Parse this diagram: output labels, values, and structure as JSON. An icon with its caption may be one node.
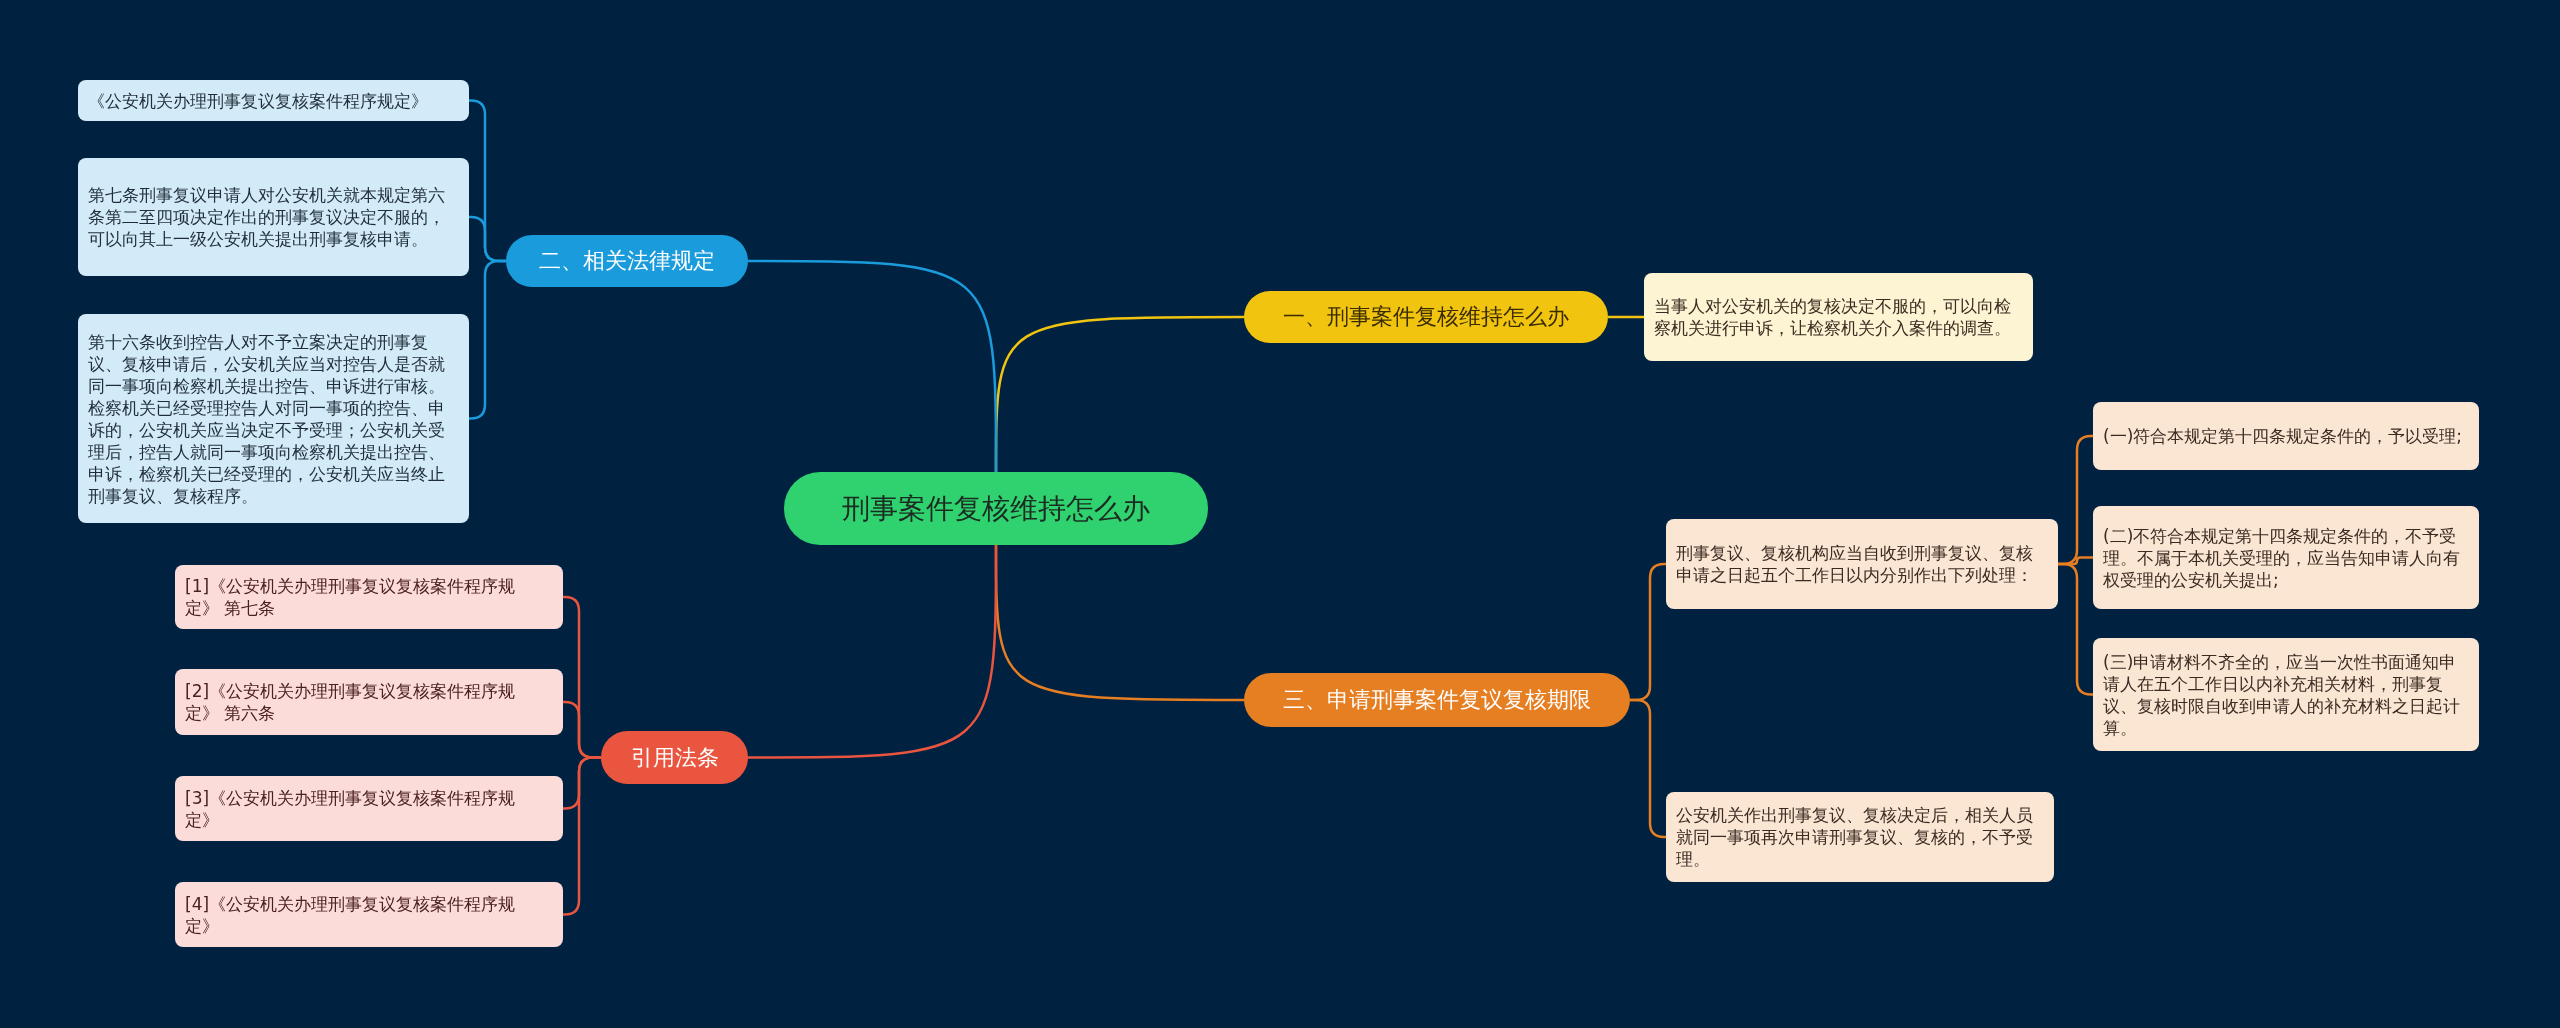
{
  "diagram": {
    "nodes": [
      {
        "text": [
          "刑事案件复核维持怎么办"
        ]
      },
      {
        "text": [
          "一、刑事案件复核维持怎么办"
        ]
      },
      {
        "text": [
          "当事人对公安机关的复核决定不服的，可以向检察机关进行申诉，让检察机关介入案件的调查。"
        ]
      },
      {
        "text": [
          "三、申请刑事案件复议复核期限"
        ]
      },
      {
        "text": [
          "刑事复议、复核机构应当自收到刑事复议、复核申请之日起五个工作日以内分别作出下列处理："
        ]
      },
      {
        "text": [
          "(一)符合本规定第十四条规定条件的，予以受理;"
        ]
      },
      {
        "text": [
          "(二)不符合本规定第十四条规定条件的，不予受理。不属于本机关受理的，应当告知申请人向有权受理的公安机关提出;"
        ]
      },
      {
        "text": [
          "(三)申请材料不齐全的，应当一次性书面通知申请人在五个工作日以内补充相关材料，刑事复议、复核时限自收到申请人的补充材料之日起计算。"
        ]
      },
      {
        "text": [
          "公安机关作出刑事复议、复核决定后，相关人员就同一事项再次申请刑事复议、复核的，不予受理。"
        ]
      },
      {
        "text": [
          "二、相关法律规定"
        ]
      },
      {
        "text": [
          "《公安机关办理刑事复议复核案件程序规定》"
        ]
      },
      {
        "text": [
          "第七条刑事复议申请人对公安机关就本规定第六条第二至四项决定作出的刑事复议决定不服的，可以向其上一级公安机关提出刑事复核申请。"
        ]
      },
      {
        "text": [
          "第十六条收到控告人对不予立案决定的刑事复议、复核申请后，公安机关应当对控告人是否就同一事项向检察机关提出控告、申诉进行审核。检察机关已经受理控告人对同一事项的控告、申诉的，公安机关应当决定不予受理；公安机关受理后，控告人就同一事项向检察机关提出控告、申诉，检察机关已经受理的，公安机关应当终止刑事复议、复核程序。"
        ]
      },
      {
        "text": [
          "引用法条"
        ]
      },
      {
        "text": [
          "[1]《公安机关办理刑事复议复核案件程序规定》 第七条"
        ]
      },
      {
        "text": [
          "[2]《公安机关办理刑事复议复核案件程序规定》 第六条"
        ]
      },
      {
        "text": [
          "[3]《公安机关办理刑事复议复核案件程序规定》"
        ]
      },
      {
        "text": [
          "[4]《公安机关办理刑事复议复核案件程序规定》"
        ]
      }
    ],
    "edges": [
      {
        "from": 0,
        "to": 1,
        "arrow": "none",
        "color": "#f1c40f"
      },
      {
        "from": 1,
        "to": 2,
        "arrow": "none",
        "color": "#f1c40f"
      },
      {
        "from": 0,
        "to": 3,
        "arrow": "none",
        "color": "#e67e22"
      },
      {
        "from": 3,
        "to": 4,
        "arrow": "none",
        "color": "#e67e22"
      },
      {
        "from": 4,
        "to": 5,
        "arrow": "none",
        "color": "#e67e22"
      },
      {
        "from": 4,
        "to": 6,
        "arrow": "none",
        "color": "#e67e22"
      },
      {
        "from": 4,
        "to": 7,
        "arrow": "none",
        "color": "#e67e22"
      },
      {
        "from": 3,
        "to": 8,
        "arrow": "none",
        "color": "#e67e22"
      },
      {
        "from": 0,
        "to": 9,
        "arrow": "none",
        "color": "#1a9bdb"
      },
      {
        "from": 9,
        "to": 10,
        "arrow": "none",
        "color": "#1a9bdb"
      },
      {
        "from": 9,
        "to": 11,
        "arrow": "none",
        "color": "#1a9bdb"
      },
      {
        "from": 9,
        "to": 12,
        "arrow": "none",
        "color": "#1a9bdb"
      },
      {
        "from": 0,
        "to": 13,
        "arrow": "none",
        "color": "#e9553f"
      },
      {
        "from": 13,
        "to": 14,
        "arrow": "none",
        "color": "#e9553f"
      },
      {
        "from": 13,
        "to": 15,
        "arrow": "none",
        "color": "#e9553f"
      },
      {
        "from": 13,
        "to": 16,
        "arrow": "none",
        "color": "#e9553f"
      },
      {
        "from": 13,
        "to": 17,
        "arrow": "none",
        "color": "#e9553f"
      }
    ]
  }
}
